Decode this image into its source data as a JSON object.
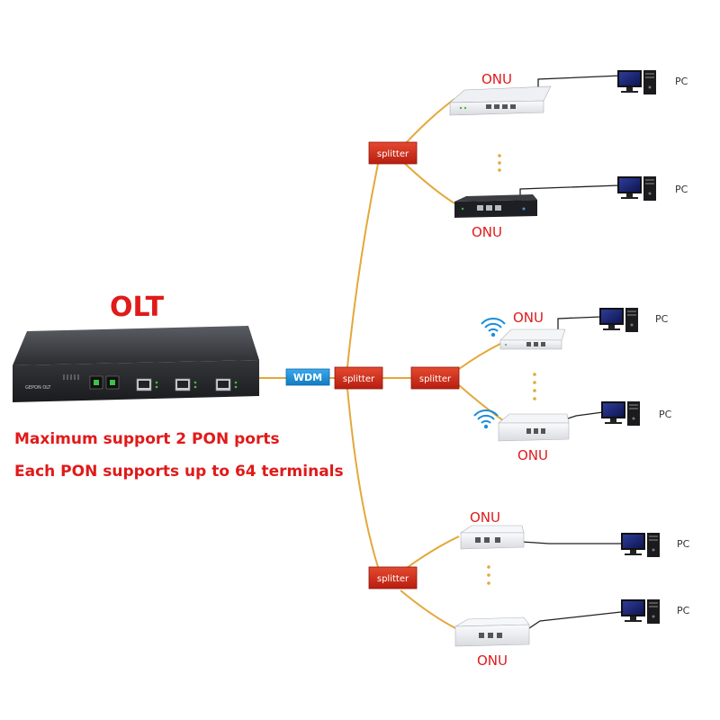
{
  "olt": {
    "title": "OLT",
    "brand": "GEPON OLT"
  },
  "notes": {
    "line1": "Maximum support 2 PON ports",
    "line2": "Each PON supports up to 64 terminals"
  },
  "wdm": {
    "label": "WDM"
  },
  "splitters": {
    "main": "splitter",
    "top": "splitter",
    "middle": "splitter",
    "bottom": "splitter"
  },
  "onus": {
    "top_1": "ONU",
    "top_2": "ONU",
    "mid_1": "ONU",
    "mid_2": "ONU",
    "bot_1": "ONU",
    "bot_2": "ONU"
  },
  "pcs": {
    "top_1": "PC",
    "top_2": "PC",
    "mid_1": "PC",
    "mid_2": "PC",
    "bot_1": "PC",
    "bot_2": "PC"
  },
  "colors": {
    "label_red": "#e01a1a",
    "fiber": "#e4a83a",
    "splitter_red": "#d42a1a",
    "wdm_blue": "#1d8fd8"
  }
}
